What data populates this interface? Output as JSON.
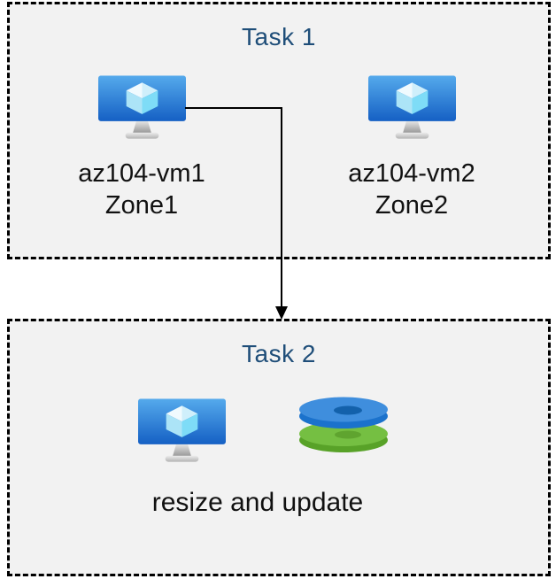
{
  "task1": {
    "title": "Task 1",
    "vms": [
      {
        "name": "az104-vm1",
        "zone": "Zone1"
      },
      {
        "name": "az104-vm2",
        "zone": "Zone2"
      }
    ]
  },
  "task2": {
    "title": "Task 2",
    "caption": "resize and update"
  },
  "icons": [
    "virtual-machine-icon",
    "disks-icon",
    "arrow-connector"
  ],
  "colors": {
    "box_background": "#f2f2f2",
    "box_border": "#000000",
    "title_text": "#1f4e79",
    "label_text": "#111111",
    "arrow": "#000000",
    "vm_screen_top": "#55aaec",
    "vm_screen_bottom": "#1560c4",
    "cube_top": "#f0fafe",
    "cube_left": "#ace4f7",
    "cube_right": "#7edcf7",
    "disk_blue_top": "#3f8edd",
    "disk_blue_side": "#1b72cc",
    "disk_blue_hole": "#1361ab",
    "disk_green_top": "#75bf42",
    "disk_green_side": "#58a228",
    "disk_green_hole": "#5fa42f"
  }
}
